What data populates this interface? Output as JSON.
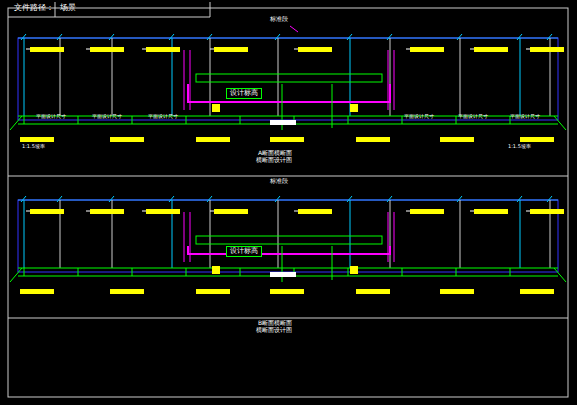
{
  "diagram": {
    "nodes": [
      {
        "text": [
          "设计标高"
        ]
      },
      {
        "text": [
          "设计标高"
        ]
      }
    ],
    "labels": [
      "文件路径：",
      "场景",
      "标准段",
      "A断面横断面",
      "横断面设计图",
      "标准段",
      "B断面横断面",
      "横断面设计图",
      "平面设计尺寸",
      "平面设计尺寸",
      "平面设计尺寸",
      "平面设计尺寸",
      "平面设计尺寸",
      "平面设计尺寸",
      "1:1.5坡率",
      "1:1.5坡率"
    ]
  }
}
